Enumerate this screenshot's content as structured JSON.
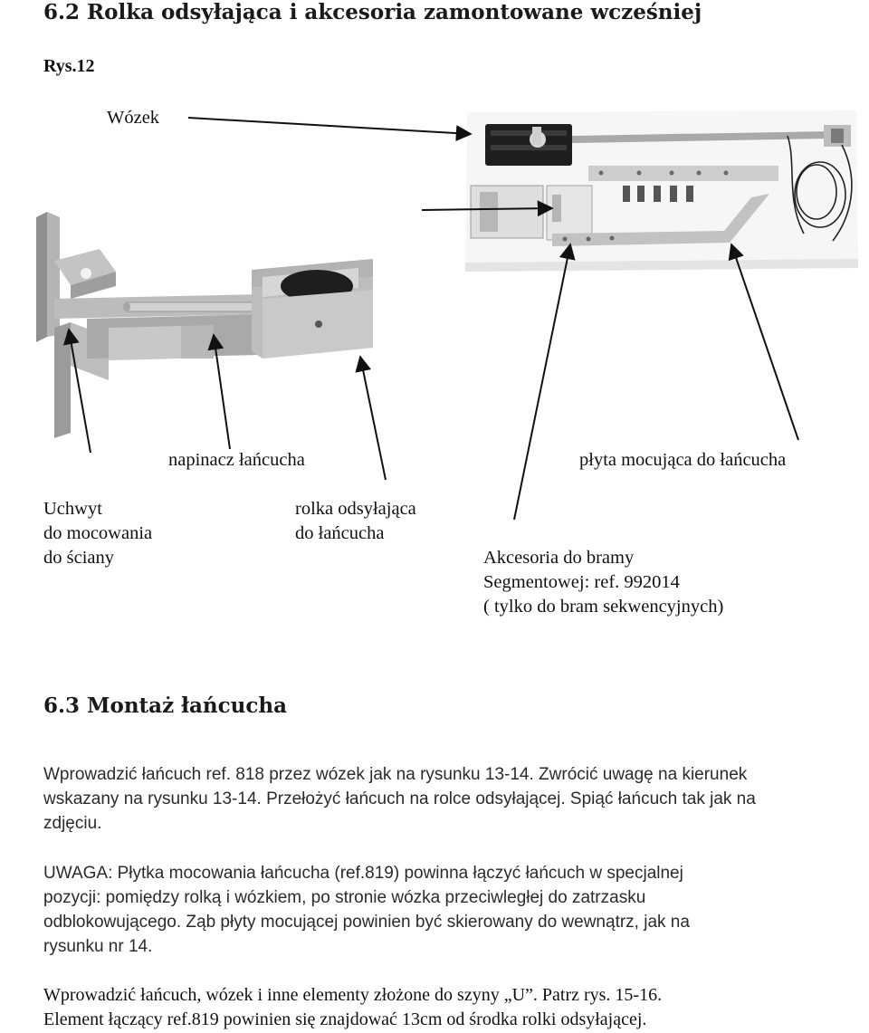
{
  "section_6_2": {
    "title": "6.2 Rolka odsyłająca i akcesoria zamontowane wcześniej",
    "figure_ref": "Rys.12",
    "labels": {
      "wozek": "Wózek",
      "napinacz": "napinacz łańcucha",
      "plyta": "płyta mocująca do łańcucha",
      "uchwyt": [
        "Uchwyt",
        "do mocowania",
        "do ściany"
      ],
      "rolka": [
        "rolka odsyłająca",
        "do łańcucha"
      ],
      "akcesoria": [
        "Akcesoria do bramy",
        "Segmentowej: ref. 992014",
        "( tylko do bram sekwencyjnych)"
      ]
    }
  },
  "section_6_3": {
    "title": "6.3 Montaż łańcucha",
    "para1": [
      "Wprowadzić łańcuch ref. 818 przez wózek jak na rysunku 13-14. Zwrócić uwagę na kierunek",
      "wskazany na rysunku 13-14. Przełożyć łańcuch na rolce odsyłającej. Spiąć łańcuch tak jak na",
      "zdjęciu."
    ],
    "para2": [
      "UWAGA: Płytka mocowania łańcucha (ref.819) powinna łączyć łańcuch w specjalnej",
      "pozycji: pomiędzy rolką i wózkiem, po stronie wózka przeciwległej do zatrzasku",
      "odblokowującego. Ząb płyty mocującej powinien być skierowany do wewnątrz, jak na",
      "rysunku nr 14."
    ],
    "para3": [
      "Wprowadzić łańcuch, wózek i inne elementy złożone do szyny „U”. Patrz rys. 15-16.",
      "Element łączący ref.819 powinien się znajdować 13cm od środka rolki odsyłającej."
    ]
  }
}
